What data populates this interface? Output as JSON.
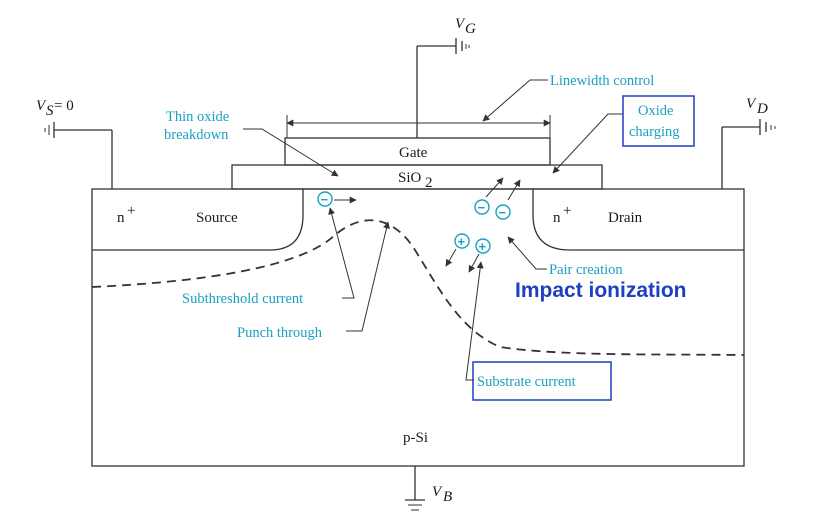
{
  "terminals": {
    "vg_main": "V",
    "vg_sub": "G",
    "vs_main": "V",
    "vs_sub": "S",
    "vs_val": " = 0",
    "vd_main": "V",
    "vd_sub": "D",
    "vb_main": "V",
    "vb_sub": "B"
  },
  "regions": {
    "gate": "Gate",
    "oxide_main": "SiO",
    "oxide_sub": "2",
    "source_doping": "n",
    "source_sup": "+",
    "source": "Source",
    "drain_doping": "n",
    "drain_sup": "+",
    "drain": "Drain",
    "substrate": "p-Si"
  },
  "annotations": {
    "linewidth_control": "Linewidth control",
    "thin_oxide_1": "Thin oxide",
    "thin_oxide_2": "breakdown",
    "oxide_charging_1": "Oxide",
    "oxide_charging_2": "charging",
    "subthreshold": "Subthreshold current",
    "punch_through": "Punch through",
    "pair_creation": "Pair creation",
    "impact_ionization": "Impact ionization",
    "substrate_current": "Substrate current"
  },
  "carriers": {
    "electron": "−",
    "hole": "+"
  },
  "colors": {
    "annotation": "#1ba0c4",
    "highlight": "#1e3fbf",
    "line": "#333333"
  }
}
